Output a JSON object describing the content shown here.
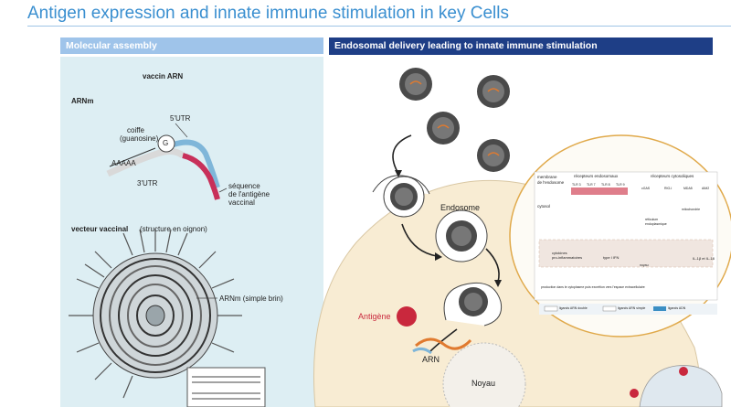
{
  "title": "Antigen expression and innate immune stimulation in key Cells",
  "left": {
    "header": "Molecular assembly",
    "vaccine_title": "vaccin ARN",
    "arnm_title": "ARNm",
    "label_5utr": "5'UTR",
    "label_coiffe": "coiffe",
    "label_guanosine": "(guanosine)",
    "label_g": "G",
    "label_aaaaa": "AAAAA",
    "label_3utr": "3'UTR",
    "label_sequence_1": "séquence",
    "label_sequence_2": "de l'antigène",
    "label_sequence_3": "vaccinal",
    "vector_title": "vecteur vaccinal",
    "vector_subtitle": "(structure en oignon)",
    "label_arnm_strand": "ARNm (simple brin)"
  },
  "right": {
    "header": "Endosomal delivery leading to innate immune stimulation",
    "label_endosome": "Endosome",
    "label_antigene": "Antigène",
    "label_arn": "ARN",
    "label_noyau": "Noyau",
    "inset": {
      "membrane_1": "membrane",
      "membrane_2": "de l'endosome",
      "endosomal_receptors": "récepteurs endosomaux",
      "cytosolic_receptors": "récepteurs cytosoliques",
      "cytosol": "cytosol",
      "tlr": [
        "TLR 3",
        "TLR 7",
        "TLR 8",
        "TLR 9"
      ],
      "cgas": "cGAS",
      "rigi": "RIG-I",
      "mda5": "MDA5",
      "aim2": "AIM2",
      "mitochondrie": "mitochondrie",
      "reticulum_1": "réticulum",
      "reticulum_2": "endoplasmique",
      "cytokines_1": "cytokines",
      "cytokines_2": "pro-inflammatoires",
      "type1": "type I IFN",
      "noyau": "noyau",
      "il": "IL-1β et IL-18",
      "production": "production dans le cytoplasme puis excrétion vers l'espace extracellulaire",
      "legend": [
        "ligands ARN double",
        "ligands ARN simple",
        "ligands ADN"
      ]
    }
  },
  "colors": {
    "title": "#3a8fd0",
    "left_header_bg": "#9fc4ea",
    "right_header_bg": "#1e3e86",
    "left_panel_bg": "#ddeef3",
    "cell_fill": "#f8ecd3",
    "inset_border": "#e0a94a",
    "antigen": "#c9283d",
    "rna_strand": "#e07a2f",
    "mrna_pink": "#c8305a",
    "mrna_blue": "#7fb6d9"
  }
}
